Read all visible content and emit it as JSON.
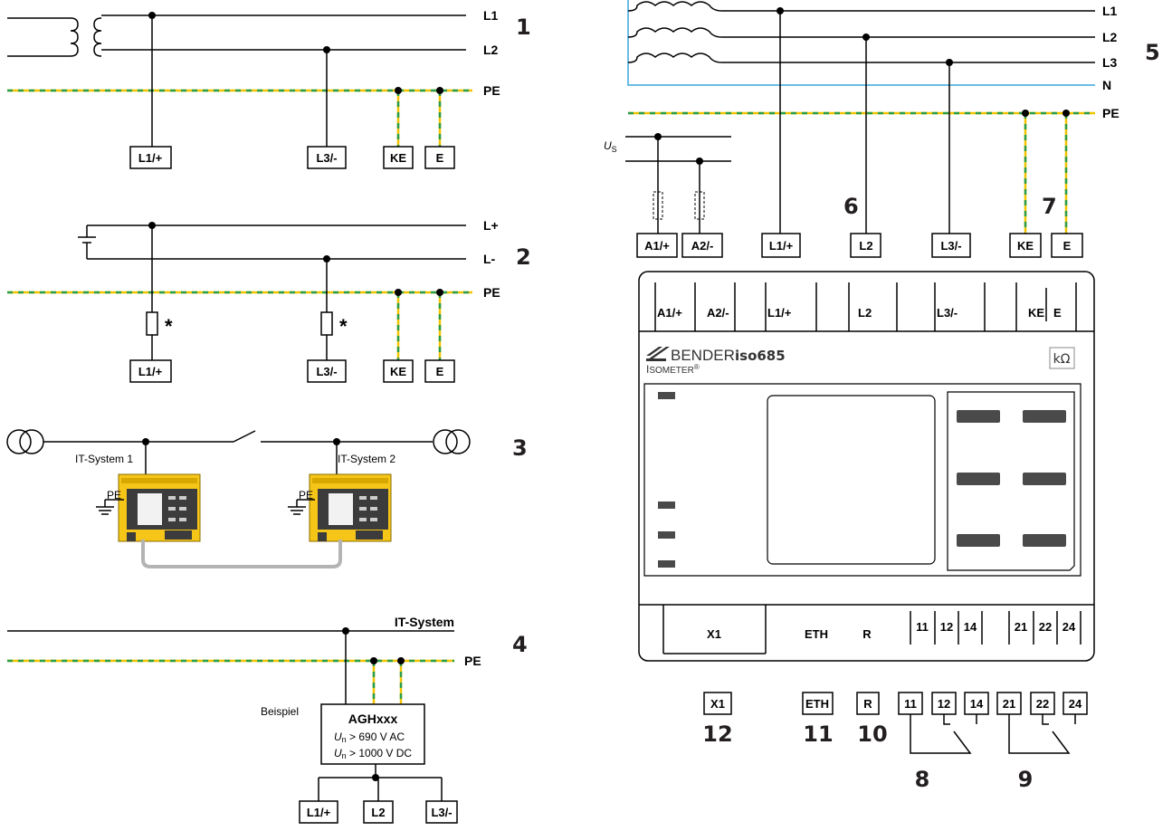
{
  "panel1": {
    "number": "1",
    "lines": [
      "L1",
      "L2",
      "PE"
    ],
    "terminals": [
      "L1/+",
      "L3/-",
      "KE",
      "E"
    ]
  },
  "panel2": {
    "number": "2",
    "lines": [
      "L+",
      "L-",
      "PE"
    ],
    "terminals": [
      "L1/+",
      "L3/-",
      "KE",
      "E"
    ],
    "fuse_mark": "*"
  },
  "panel3": {
    "number": "3",
    "system1": "IT-System 1",
    "system2": "IT-System 2",
    "pe": "PE"
  },
  "panel4": {
    "number": "4",
    "line_label": "IT-System",
    "pe": "PE",
    "example": "Beispiel",
    "device": "AGHxxx",
    "spec1_sym": "U",
    "spec1_sub": "n",
    "spec1_text": " > 690 V AC",
    "spec2_sym": "U",
    "spec2_sub": "n",
    "spec2_text": " > 1000 V DC",
    "terminals": [
      "L1/+",
      "L2",
      "L3/-"
    ]
  },
  "panel5": {
    "number": "5",
    "lines": [
      "L1",
      "L2",
      "L3",
      "N",
      "PE"
    ],
    "us_sym": "U",
    "us_sub": "S",
    "terminals": [
      "A1/+",
      "A2/-",
      "L1/+",
      "L2",
      "L3/-",
      "KE",
      "E"
    ],
    "callout6": "6",
    "callout7": "7"
  },
  "device": {
    "brand": "BENDER",
    "model": "iso685",
    "isometer_prefix": "I",
    "isometer_rest": "SOMETER",
    "reg": "®",
    "unit": "kΩ",
    "top_terminals": [
      "A1/+",
      "A2/-",
      "L1/+",
      "L2",
      "L3/-",
      "KE",
      "E"
    ],
    "bottom_labels": [
      "X1",
      "ETH",
      "R",
      "11",
      "12",
      "14",
      "21",
      "22",
      "24"
    ]
  },
  "below": {
    "x1": "X1",
    "eth": "ETH",
    "r": "R",
    "relay1": [
      "11",
      "12",
      "14"
    ],
    "relay2": [
      "21",
      "22",
      "24"
    ],
    "n12": "12",
    "n11": "11",
    "n10": "10",
    "n8": "8",
    "n9": "9"
  },
  "colors": {
    "pe_yellow": "#f2c300",
    "pe_green": "#2a9d48",
    "neutral_blue": "#3aa6dd",
    "device_yellow": "#f5c518",
    "device_dark": "#3c3c3c",
    "cable_grey": "#b4b4b4"
  }
}
